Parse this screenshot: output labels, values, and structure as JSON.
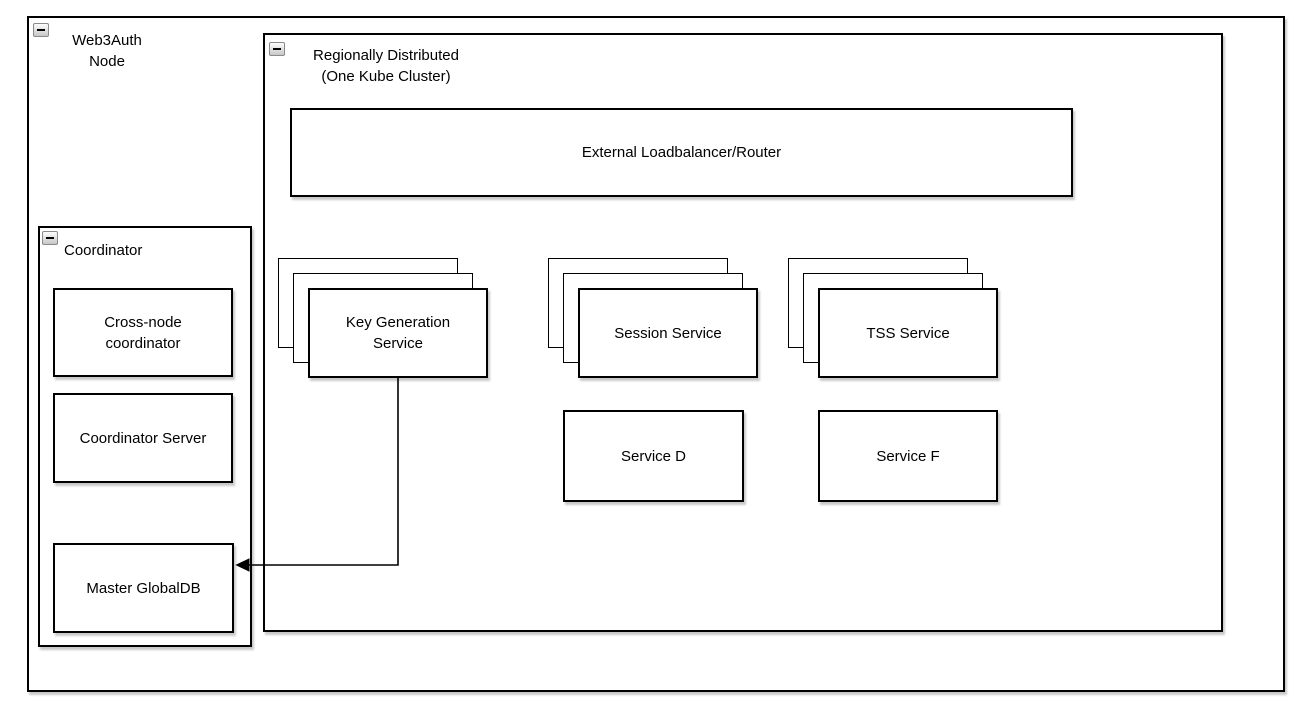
{
  "colors": {
    "stroke": "#000000",
    "fill": "#ffffff",
    "shadow": "rgba(0,0,0,0.22)",
    "collapse_icon_border": "#8a8a8a"
  },
  "web3auth_group": {
    "label": "Web3Auth\nNode",
    "collapse_icon": "minus-icon"
  },
  "coordinator_group": {
    "label": "Coordinator",
    "collapse_icon": "minus-icon",
    "boxes": [
      {
        "label": "Cross-node\ncoordinator"
      },
      {
        "label": "Coordinator Server"
      },
      {
        "label": "Master GlobalDB"
      }
    ]
  },
  "regional_group": {
    "label": "Regionally Distributed\n(One Kube Cluster)",
    "collapse_icon": "minus-icon",
    "loadbalancer_label": "External Loadbalancer/Router",
    "stacks": [
      {
        "label": "Key Generation\nService"
      },
      {
        "label": "Session Service"
      },
      {
        "label": "TSS Service"
      }
    ],
    "services": [
      {
        "label": "Service D"
      },
      {
        "label": "Service F"
      }
    ]
  },
  "connector": {
    "from": "Key Generation Service",
    "to": "Master GlobalDB",
    "arrowhead": "left-arrowhead"
  }
}
